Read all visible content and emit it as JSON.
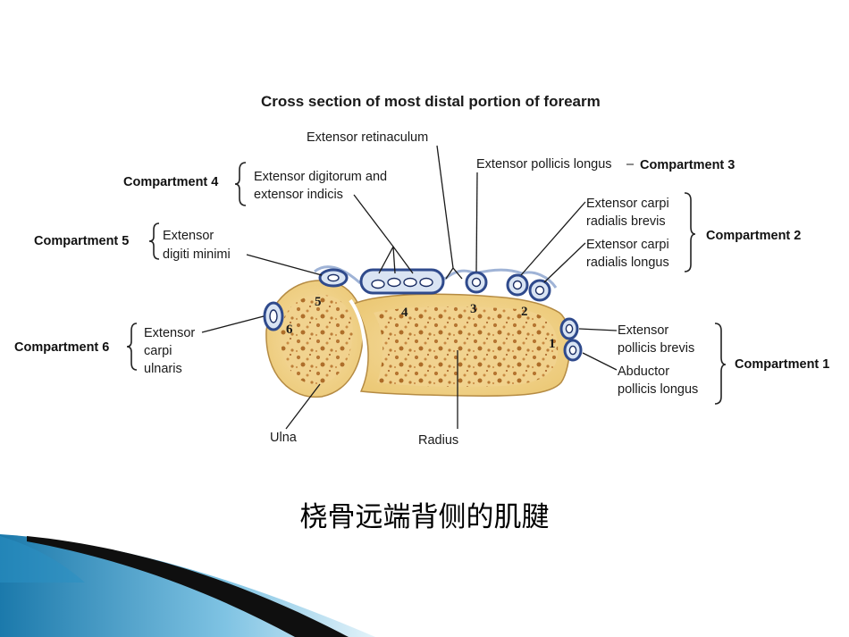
{
  "figure": {
    "title": "Cross section of most distal portion of forearm",
    "labels": {
      "extensor_retinaculum": "Extensor retinaculum",
      "epl": "Extensor pollicis longus",
      "compartment3": "Compartment 3",
      "compartment4": "Compartment 4",
      "edi_line1": "Extensor digitorum and",
      "edi_line2": "extensor indicis",
      "compartment5": "Compartment 5",
      "edm_line1": "Extensor",
      "edm_line2": "digiti minimi",
      "compartment2": "Compartment 2",
      "ecrb_line1": "Extensor carpi",
      "ecrb_line2": "radialis brevis",
      "ecrl_line1": "Extensor carpi",
      "ecrl_line2": "radialis longus",
      "compartment6": "Compartment 6",
      "ecu_line1": "Extensor",
      "ecu_line2": "carpi",
      "ecu_line3": "ulnaris",
      "compartment1": "Compartment 1",
      "epb_line1": "Extensor",
      "epb_line2": "pollicis brevis",
      "apl_line1": "Abductor",
      "apl_line2": "pollicis longus",
      "ulna": "Ulna",
      "radius": "Radius"
    },
    "numbers": [
      "1",
      "2",
      "3",
      "4",
      "5",
      "6"
    ],
    "colors": {
      "bone": "#f3d9a0",
      "marrow": "#b5722a",
      "tendon_sheath": "#2f4a8c",
      "retinaculum": "#d9e4f3"
    }
  },
  "caption": "桡骨远端背侧的肌腱",
  "decoration": {
    "accent": "#1d7fb0",
    "dark": "#111111"
  }
}
